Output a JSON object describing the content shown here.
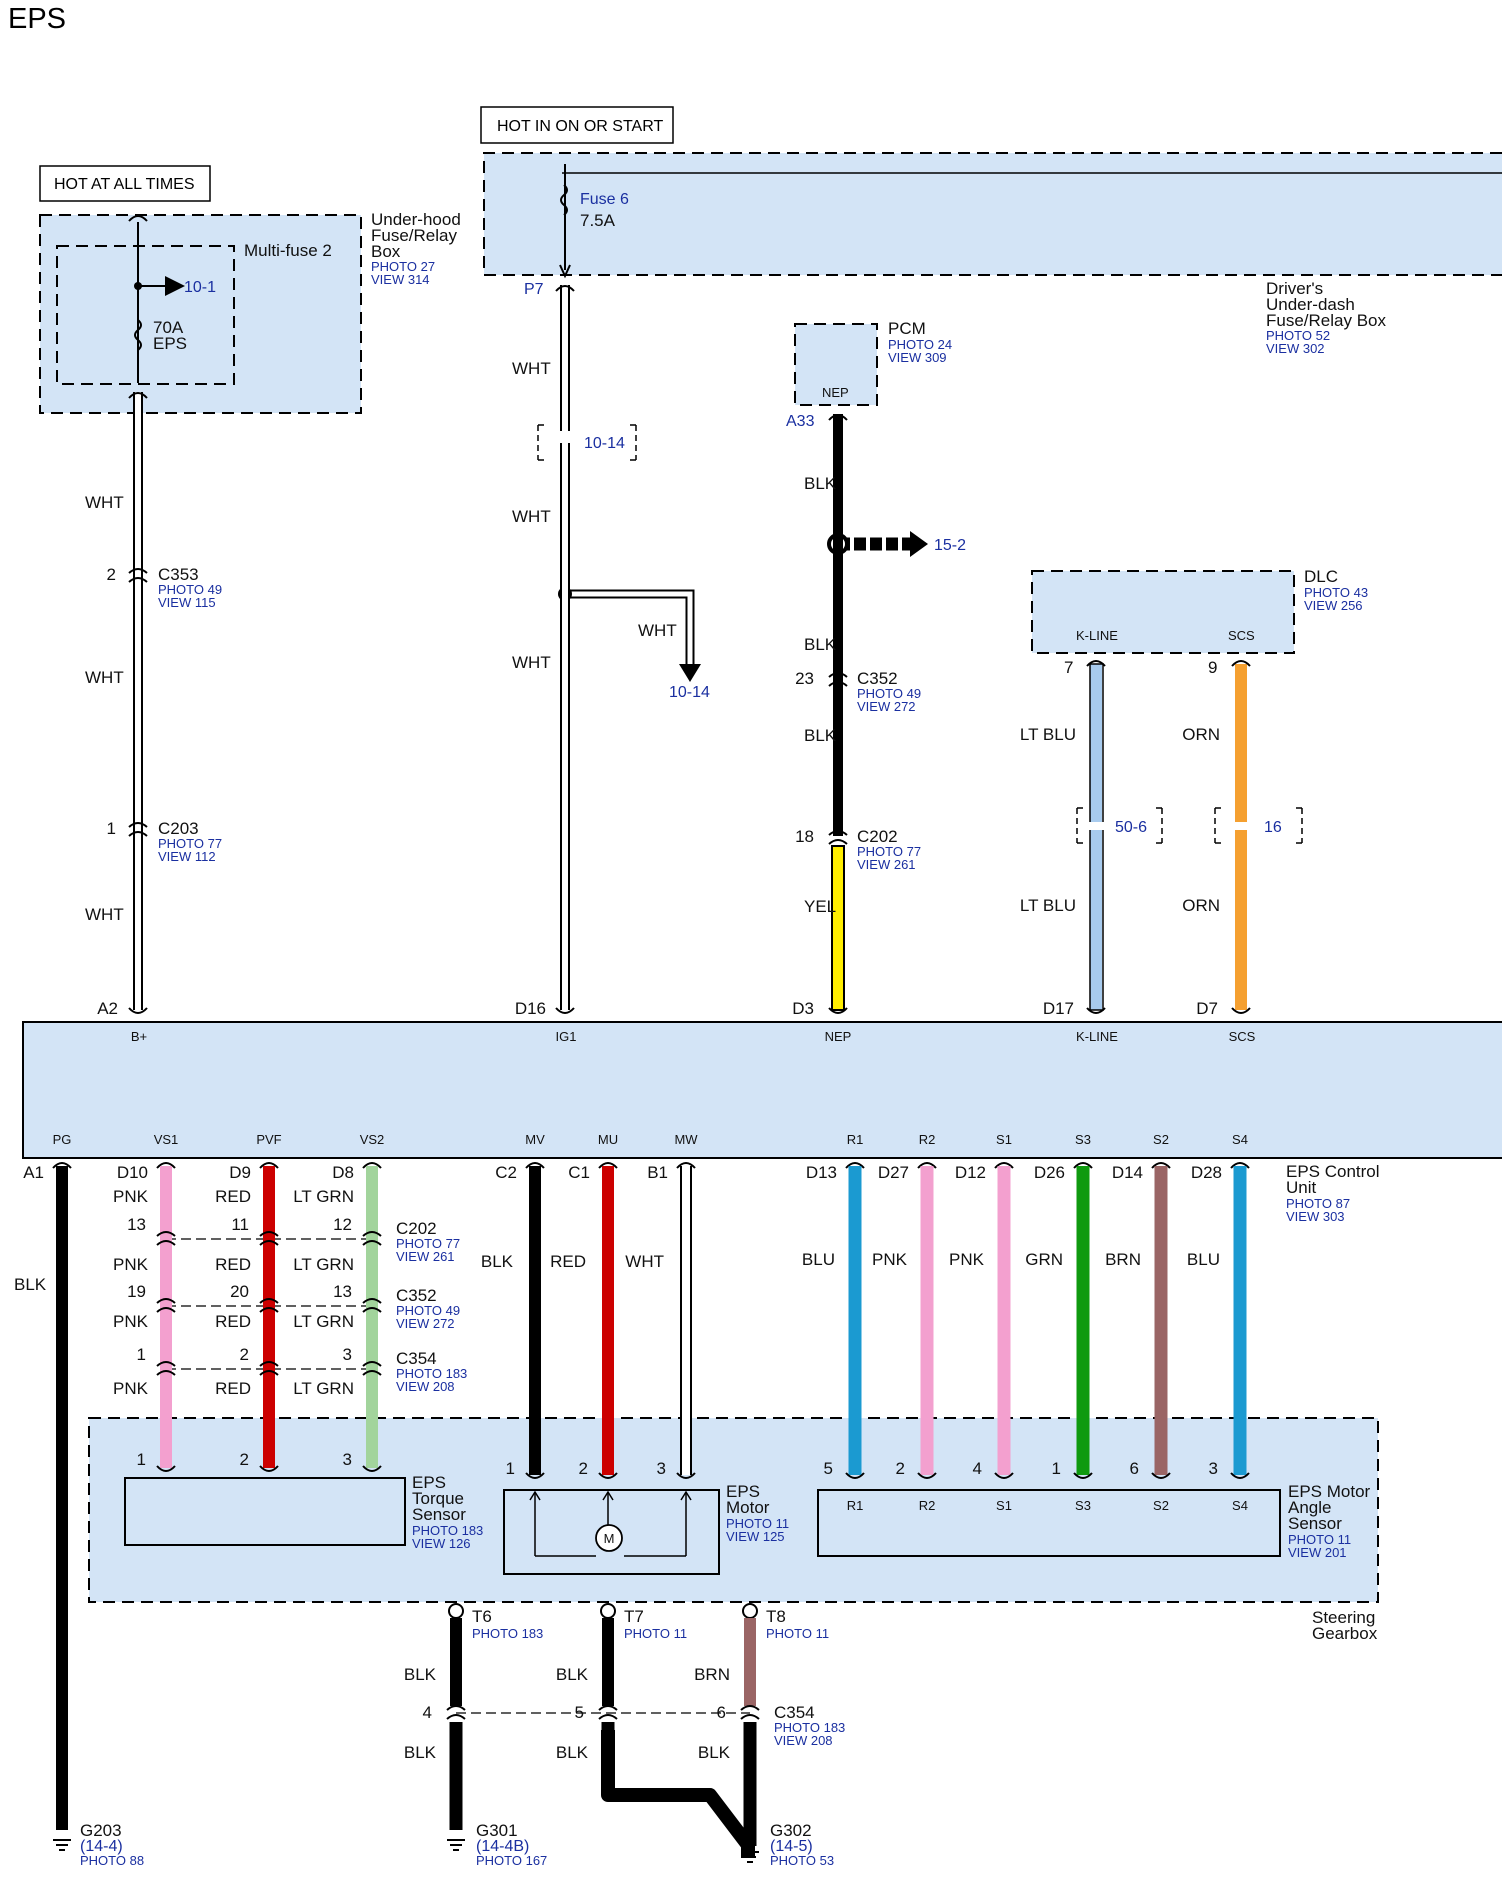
{
  "title": "EPS",
  "hot_labels": [
    {
      "text": "HOT AT ALL TIMES"
    },
    {
      "text": "HOT IN ON OR START"
    }
  ],
  "colors": {
    "box_fill": "#d3e4f6",
    "WHT": "#ffffff",
    "BLK": "#000000",
    "YEL": "#ffee00",
    "LT BLU": "#a8cbee",
    "ORN": "#f5a030",
    "PNK": "#f3a0cf",
    "RED": "#cc0000",
    "LT GRN": "#a2d49c",
    "BLU": "#1b9ad1",
    "GRN": "#0f9a0f",
    "BRN": "#9a6565",
    "link": "#1a2fa0"
  },
  "underhood": {
    "name_lines": [
      "Under-hood",
      "Fuse/Relay",
      "Box"
    ],
    "photo": "PHOTO 27",
    "view": "VIEW 314",
    "multifuse": "Multi-fuse 2",
    "fuse_lines": [
      "70A",
      "EPS"
    ],
    "link": "10-1"
  },
  "underdash": {
    "name_lines": [
      "Driver's",
      "Under-dash",
      "Fuse/Relay Box"
    ],
    "photo": "PHOTO 52",
    "view": "VIEW 302",
    "fuse": "Fuse 6",
    "amps": "7.5A",
    "pin": "P7"
  },
  "pcm": {
    "name": "PCM",
    "photo": "PHOTO 24",
    "view": "VIEW 309",
    "terminal": "NEP",
    "pin": "A33",
    "link": "15-2"
  },
  "dlc": {
    "name": "DLC",
    "photo": "PHOTO 43",
    "view": "VIEW 256",
    "t1": "K-LINE",
    "t2": "SCS",
    "pin1": "7",
    "pin2": "9"
  },
  "connectors": {
    "c353": {
      "name": "C353",
      "photo": "PHOTO 49",
      "view": "VIEW 115",
      "pin": "2"
    },
    "c203": {
      "name": "C203",
      "photo": "PHOTO 77",
      "view": "VIEW 112",
      "pin": "1"
    },
    "c352_top": {
      "name": "C352",
      "photo": "PHOTO 49",
      "view": "VIEW 272",
      "pin": "23"
    },
    "c202_top": {
      "name": "C202",
      "photo": "PHOTO 77",
      "view": "VIEW 261",
      "pin": "18"
    },
    "c202_low": {
      "name": "C202",
      "photo": "PHOTO 77",
      "view": "VIEW 261"
    },
    "c352_low": {
      "name": "C352",
      "photo": "PHOTO 49",
      "view": "VIEW 272"
    },
    "c354_low": {
      "name": "C354",
      "photo": "PHOTO 183",
      "view": "VIEW 208"
    },
    "c354_gnd": {
      "name": "C354",
      "photo": "PHOTO 183",
      "view": "VIEW 208"
    }
  },
  "links": {
    "wht_branch": "10-14",
    "wht_split": "10-14",
    "lt_blu": "50-6",
    "orn": "16"
  },
  "upper_wires": {
    "b_plus": {
      "pin": "A2",
      "terminal": "B+",
      "colors": [
        "WHT",
        "WHT",
        "WHT"
      ]
    },
    "ig1": {
      "pin": "D16",
      "terminal": "IG1",
      "colors": [
        "WHT",
        "WHT",
        "WHT"
      ],
      "branch": "WHT"
    },
    "nep": {
      "pin": "D3",
      "terminal": "NEP",
      "colors": [
        "BLK",
        "BLK",
        "BLK",
        "YEL"
      ]
    },
    "kline": {
      "pin": "D17",
      "terminal": "K-LINE",
      "colors": [
        "LT BLU",
        "LT BLU"
      ]
    },
    "scs": {
      "pin": "D7",
      "terminal": "SCS",
      "colors": [
        "ORN",
        "ORN"
      ]
    }
  },
  "eps_unit": {
    "name_lines": [
      "EPS Control",
      "Unit"
    ],
    "photo": "PHOTO 87",
    "view": "VIEW 303"
  },
  "lower_terminals": [
    {
      "t": "PG",
      "pin": "A1",
      "color": "BLK"
    },
    {
      "t": "VS1",
      "pin": "D10",
      "color": "PNK"
    },
    {
      "t": "PVF",
      "pin": "D9",
      "color": "RED"
    },
    {
      "t": "VS2",
      "pin": "D8",
      "color": "LT GRN"
    },
    {
      "t": "MV",
      "pin": "C2",
      "color": "BLK"
    },
    {
      "t": "MU",
      "pin": "C1",
      "color": "RED"
    },
    {
      "t": "MW",
      "pin": "B1",
      "color": "WHT"
    },
    {
      "t": "R1",
      "pin": "D13",
      "color": "BLU"
    },
    {
      "t": "R2",
      "pin": "D27",
      "color": "PNK"
    },
    {
      "t": "S1",
      "pin": "D12",
      "color": "PNK"
    },
    {
      "t": "S3",
      "pin": "D26",
      "color": "GRN"
    },
    {
      "t": "S2",
      "pin": "D14",
      "color": "BRN"
    },
    {
      "t": "S4",
      "pin": "D28",
      "color": "BLU"
    }
  ],
  "torque_pins": {
    "c202": [
      "13",
      "11",
      "12"
    ],
    "c352": [
      "19",
      "20",
      "13"
    ],
    "c354": [
      "1",
      "2",
      "3"
    ],
    "sensor": [
      "1",
      "2",
      "3"
    ]
  },
  "pg_color": "BLK",
  "torque_sensor": {
    "name_lines": [
      "EPS",
      "Torque",
      "Sensor"
    ],
    "photo": "PHOTO 183",
    "view": "VIEW 126"
  },
  "motor": {
    "name_lines": [
      "EPS",
      "Motor"
    ],
    "photo": "PHOTO 11",
    "view": "VIEW 125",
    "pins": [
      "1",
      "2",
      "3"
    ],
    "symbol": "M"
  },
  "angle_sensor": {
    "name_lines": [
      "EPS Motor",
      "Angle",
      "Sensor"
    ],
    "photo": "PHOTO 11",
    "view": "VIEW 201",
    "pins": [
      "5",
      "2",
      "4",
      "1",
      "6",
      "3"
    ],
    "terms": [
      "R1",
      "R2",
      "S1",
      "S3",
      "S2",
      "S4"
    ]
  },
  "gearbox": {
    "name_lines": [
      "Steering",
      "Gearbox"
    ]
  },
  "ground_terms": [
    {
      "t": "T6",
      "photo": "PHOTO 183",
      "color": "BLK",
      "c354pin": "4"
    },
    {
      "t": "T7",
      "photo": "PHOTO 11",
      "color": "BLK",
      "c354pin": "5"
    },
    {
      "t": "T8",
      "photo": "PHOTO 11",
      "color": "BRN",
      "c354pin": "6"
    }
  ],
  "ground_lower_colors": [
    "BLK",
    "BLK",
    "BLK"
  ],
  "grounds": [
    {
      "name": "G203",
      "ref": "(14-4)",
      "photo": "PHOTO 88"
    },
    {
      "name": "G301",
      "ref": "(14-4B)",
      "photo": "PHOTO 167"
    },
    {
      "name": "G302",
      "ref": "(14-5)",
      "photo": "PHOTO 53"
    }
  ]
}
